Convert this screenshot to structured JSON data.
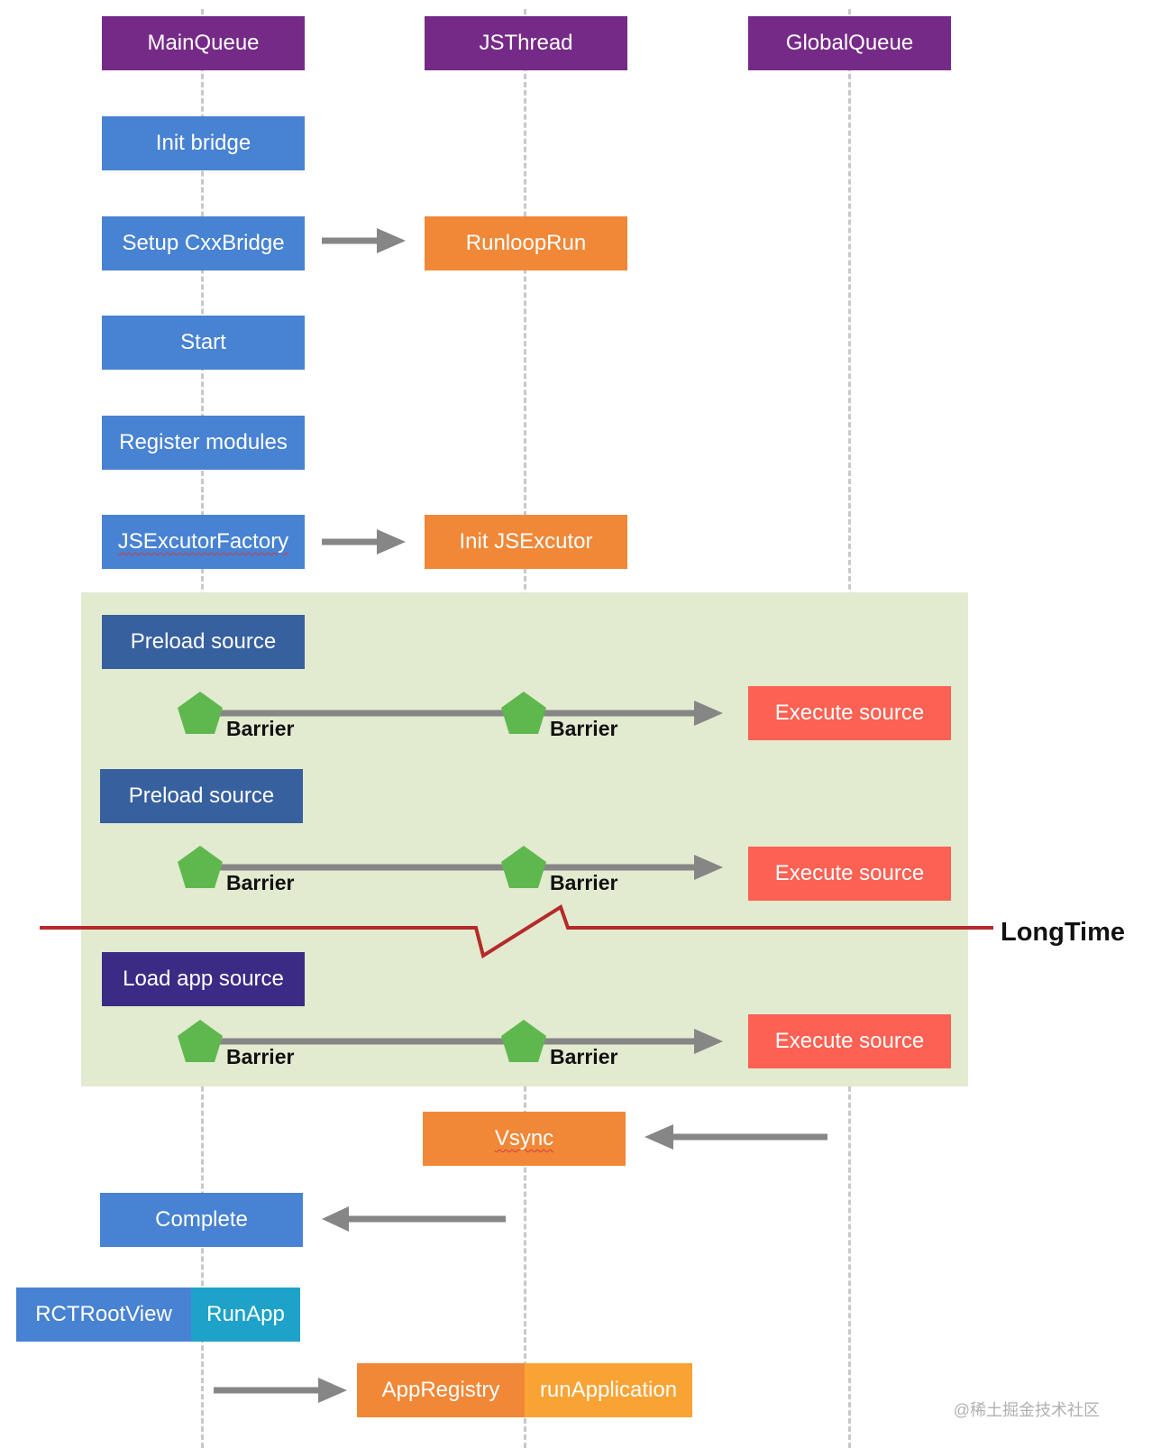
{
  "lanes": {
    "main": "MainQueue",
    "js": "JSThread",
    "global": "GlobalQueue"
  },
  "steps": {
    "init_bridge": "Init bridge",
    "setup_cxxbridge": "Setup CxxBridge",
    "runloop_run": "RunloopRun",
    "start": "Start",
    "register_modules": "Register modules",
    "jsexecutor_factory": "JSExcutorFactory",
    "init_jsexecutor": "Init JSExcutor",
    "preload_source_1": "Preload source",
    "preload_source_2": "Preload source",
    "load_app_source": "Load app source",
    "execute_source_1": "Execute source",
    "execute_source_2": "Execute source",
    "execute_source_3": "Execute source",
    "vsync": "Vsync",
    "complete": "Complete",
    "rct_root_view": "RCTRootView",
    "run_app": "RunApp",
    "app_registry": "AppRegistry",
    "run_application": "runApplication"
  },
  "barrier_label": "Barrier",
  "long_time_label": "LongTime",
  "watermark": "@稀土掘金技术社区",
  "colors": {
    "lane_header": "#762a87",
    "main_step": "#4882d2",
    "js_step": "#f08838",
    "execute": "#fc6153",
    "barrier": "#5fb84e",
    "arrow": "#868686",
    "region": "#e2ead0",
    "break_line": "#b52a2a"
  }
}
